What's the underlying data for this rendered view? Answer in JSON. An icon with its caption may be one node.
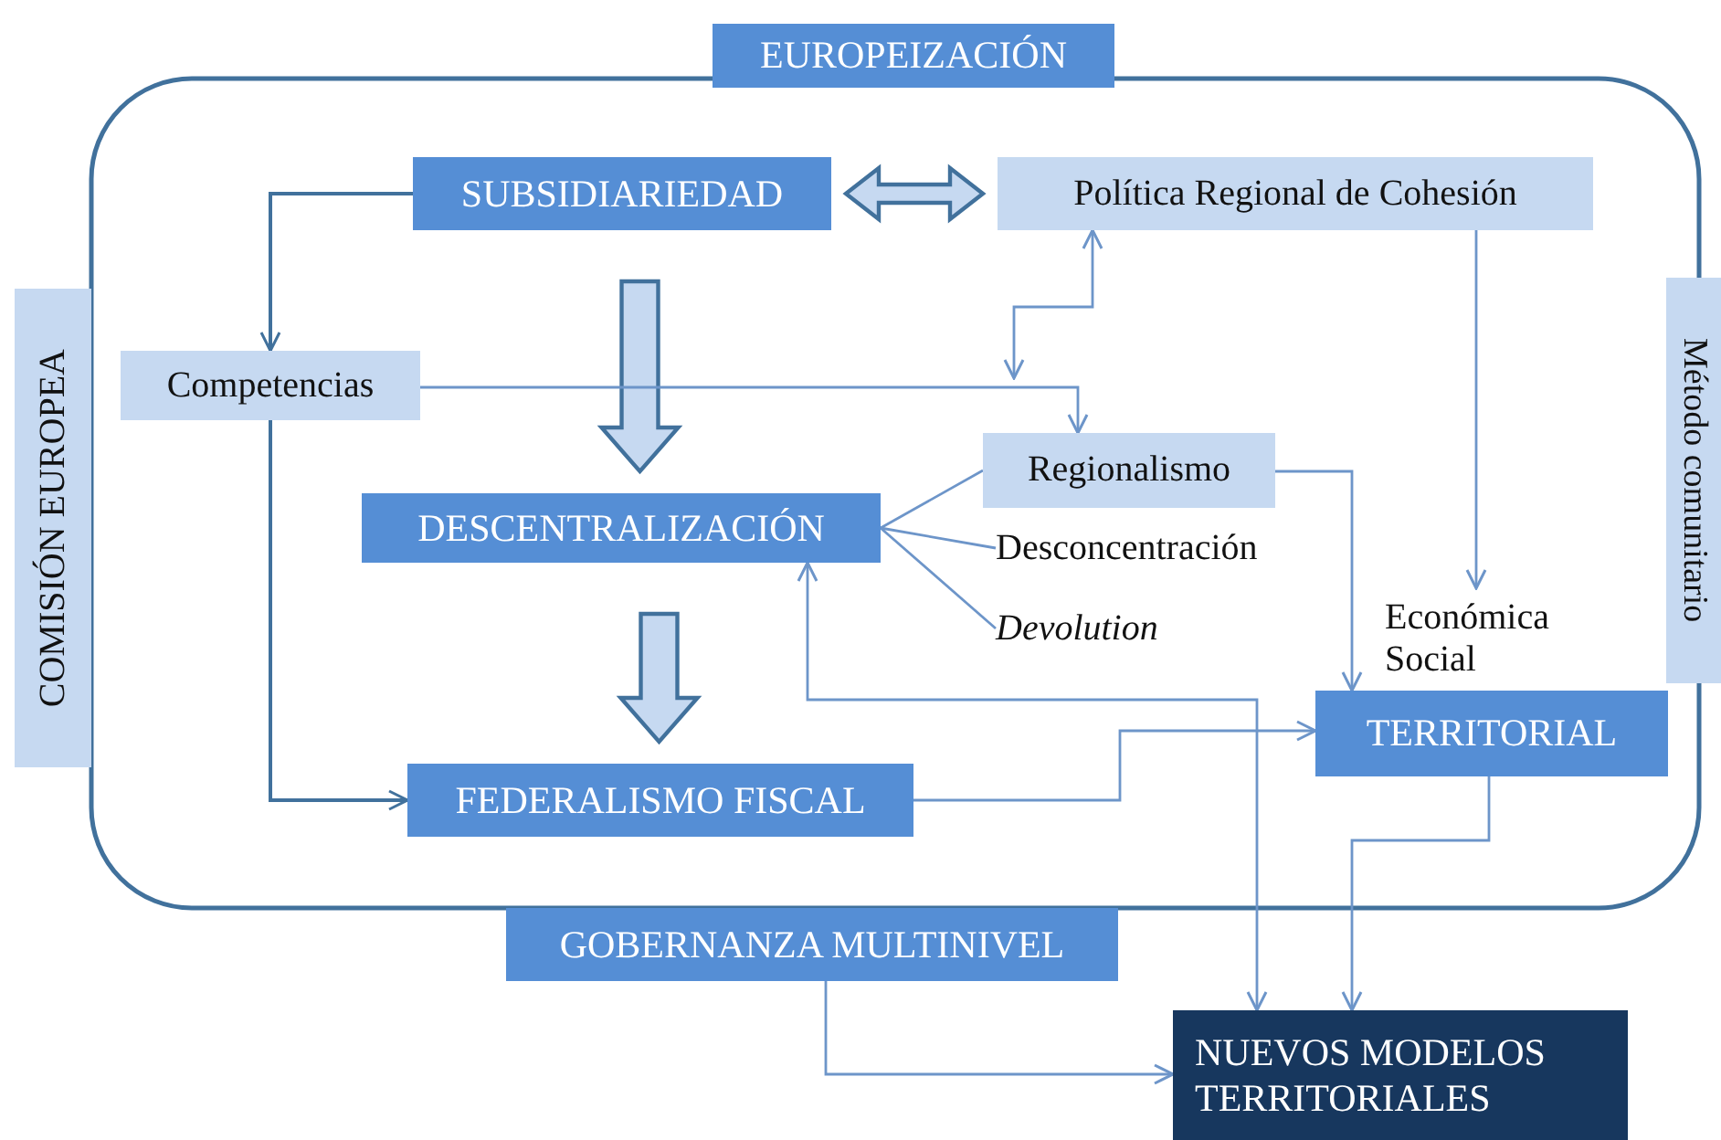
{
  "diagram": {
    "nodes": [
      {
        "text": [
          "EUROPEIZACIÓN"
        ]
      },
      {
        "text": [
          "SUBSIDIARIEDAD"
        ]
      },
      {
        "text": [
          "Política Regional de Cohesión"
        ]
      },
      {
        "text": [
          "COMISIÓN EUROPEA"
        ]
      },
      {
        "text": [
          "Competencias"
        ]
      },
      {
        "text": [
          "Método comunitario"
        ]
      },
      {
        "text": [
          "Regionalismo"
        ]
      },
      {
        "text": [
          "DESCENTRALIZACIÓN"
        ]
      },
      {
        "text": [
          "Desconcentración"
        ]
      },
      {
        "text": [
          "Devolution"
        ]
      },
      {
        "text": [
          "Económica Social"
        ]
      },
      {
        "text": [
          "TERRITORIAL"
        ]
      },
      {
        "text": [
          "FEDERALISMO FISCAL"
        ]
      },
      {
        "text": [
          "GOBERNANZA MULTINIVEL"
        ]
      },
      {
        "text": [
          "NUEVOS MODELOS TERRITORIALES"
        ]
      }
    ],
    "edges": [
      {
        "from": 1,
        "to": 2,
        "arrow": "both",
        "style": "thick"
      },
      {
        "from": 1,
        "to": 4,
        "arrow": "to",
        "color": "#41719c"
      },
      {
        "from": 1,
        "to": 7,
        "arrow": "to",
        "style": "thick"
      },
      {
        "from": 7,
        "to": 12,
        "arrow": "to",
        "style": "thick"
      },
      {
        "from": 4,
        "to": 12,
        "arrow": "to",
        "color": "#41719c"
      },
      {
        "from": 4,
        "to": 6,
        "arrow": "to"
      },
      {
        "from": null,
        "to": 2,
        "arrow": "both"
      },
      {
        "from": 7,
        "to": 6,
        "arrow": "none"
      },
      {
        "from": 7,
        "to": 8,
        "arrow": "none"
      },
      {
        "from": 7,
        "to": 9,
        "arrow": "none"
      },
      {
        "from": 6,
        "to": 11,
        "arrow": "to"
      },
      {
        "from": 2,
        "to": 10,
        "arrow": "to"
      },
      {
        "from": 12,
        "to": 11,
        "arrow": "to"
      },
      {
        "from": 7,
        "to": 14,
        "arrow": "both"
      },
      {
        "from": 11,
        "to": 14,
        "arrow": "to"
      },
      {
        "from": 13,
        "to": 14,
        "arrow": "to"
      }
    ]
  }
}
